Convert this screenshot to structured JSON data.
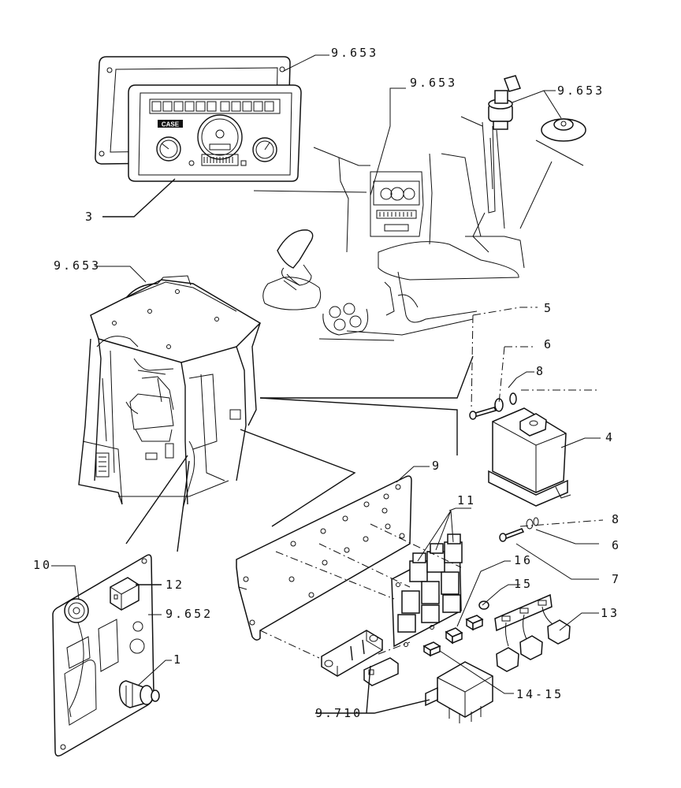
{
  "callouts": {
    "ref_panel_frame": "9.653",
    "ref_cab_dash": "9.653",
    "ref_key_switch": "9.653",
    "ref_cab_roof": "9.653",
    "ref_socket_plate": "9.652",
    "ref_relay_base": "9.710",
    "item_3": "3",
    "item_5": "5",
    "item_6a": "6",
    "item_8a": "8",
    "item_4": "4",
    "item_9": "9",
    "item_11": "11",
    "item_8b": "8",
    "item_6b": "6",
    "item_7": "7",
    "item_10": "10",
    "item_12": "12",
    "item_16": "16",
    "item_15": "15",
    "item_13": "13",
    "item_1": "1",
    "item_14_15": "14-15"
  },
  "panel": {
    "brand": "CASE"
  }
}
